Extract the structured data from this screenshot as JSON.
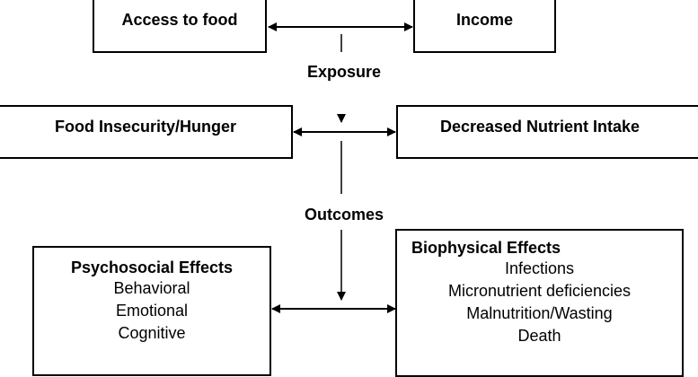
{
  "top": {
    "access": "Access to food",
    "income": "Income"
  },
  "exposure_label": "Exposure",
  "middle": {
    "food_insecurity": "Food Insecurity/Hunger",
    "nutrient_intake": "Decreased Nutrient Intake"
  },
  "outcomes_label": "Outcomes",
  "psychosocial": {
    "title": "Psychosocial Effects",
    "items": [
      "Behavioral",
      "Emotional",
      "Cognitive"
    ]
  },
  "biophysical": {
    "title": "Biophysical Effects",
    "items": [
      "Infections",
      "Micronutrient deficiencies",
      "Malnutrition/Wasting",
      "Death"
    ]
  }
}
